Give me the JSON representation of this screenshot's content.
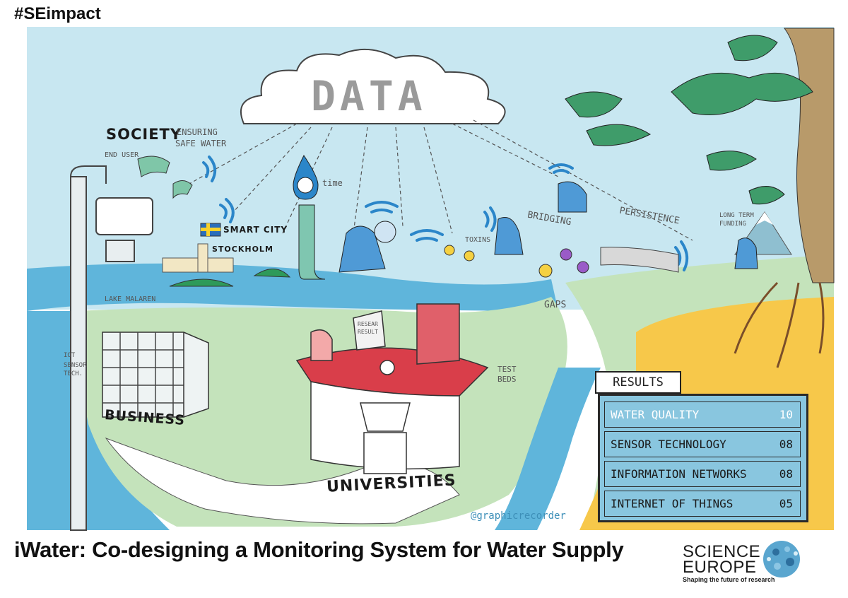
{
  "hashtag": "#SEimpact",
  "title": "iWater: Co-designing a Monitoring System for Water Supply",
  "cloud_label": "DATA",
  "labels": {
    "society": "SOCIETY",
    "ensuring": "ENSURING",
    "safe_water": "SAFE WATER",
    "end_user": "END USER",
    "time": "time",
    "smart_city": "SMART CITY",
    "stockholm": "STOCKHOLM",
    "lake_malaren": "LAKE MALAREN",
    "toxins": "TOXINS",
    "bridging": "BRIDGING",
    "persistence": "PERSISTENCE",
    "long_term": "LONG TERM",
    "funding": "FUNDING",
    "gaps": "GAPS",
    "iot": "IOT",
    "sensor": "SENSOR",
    "tech": "TECH.",
    "business": "BUSINESS",
    "research": "RESEAR",
    "results_paper": "RESULT",
    "test": "TEST",
    "beds": "BEDS",
    "universities": "UNIVERSITIES"
  },
  "results": {
    "heading": "RESULTS",
    "rows": [
      {
        "label": "WATER QUALITY",
        "value": "10"
      },
      {
        "label": "SENSOR TECHNOLOGY",
        "value": "08"
      },
      {
        "label": "INFORMATION NETWORKS",
        "value": "08"
      },
      {
        "label": "INTERNET OF THINGS",
        "value": "05"
      }
    ]
  },
  "credit": "@graphicrecorder",
  "logo": {
    "line1": "SCIENCE",
    "line2": "EUROPE",
    "tagline": "Shaping the future of research"
  },
  "colors": {
    "sky": "#c7e6f0",
    "water": "#5fb7dc",
    "grass": "#bfe0b6",
    "yellow": "#f7c84a",
    "tree_green": "#3f9c6a",
    "roof_red": "#d63c4a",
    "wifi_blue": "#2b86c9"
  }
}
